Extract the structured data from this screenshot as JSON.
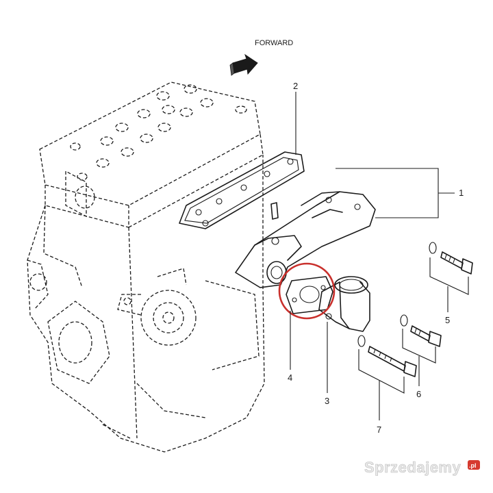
{
  "forward_label": "FORWARD",
  "callouts": [
    "1",
    "2",
    "3",
    "4",
    "5",
    "6",
    "7"
  ],
  "highlight_color": "#c9302c",
  "watermark": {
    "text": "Sprzedajemy",
    "badge": ".pl"
  }
}
